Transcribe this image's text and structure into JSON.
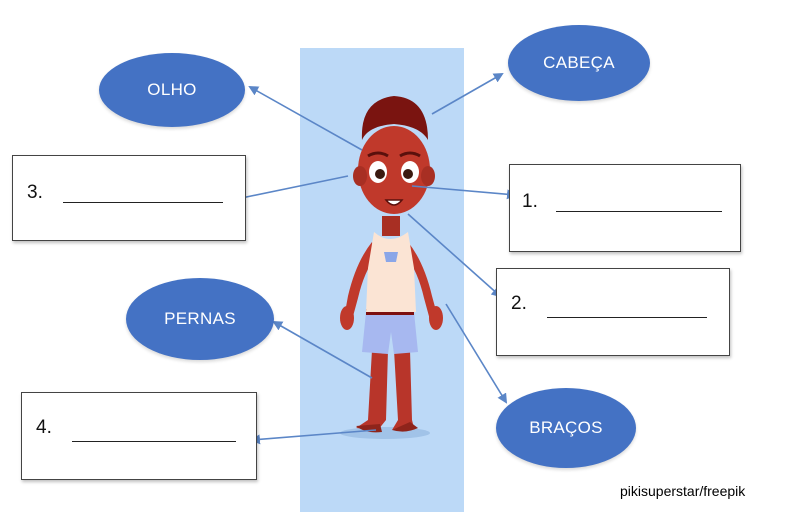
{
  "ovals": {
    "olho": "OLHO",
    "cabeca": "CABEÇA",
    "pernas": "PERNAS",
    "bracos": "BRAÇOS"
  },
  "boxes": {
    "box1": "1.",
    "box2": "2.",
    "box3": "3.",
    "box4": "4."
  },
  "credit": "pikisuperstar/freepik",
  "colors": {
    "oval": "#4472c4",
    "arrow": "#5b86c7",
    "panel": "#bcd9f7",
    "skin": "#c0392b"
  }
}
